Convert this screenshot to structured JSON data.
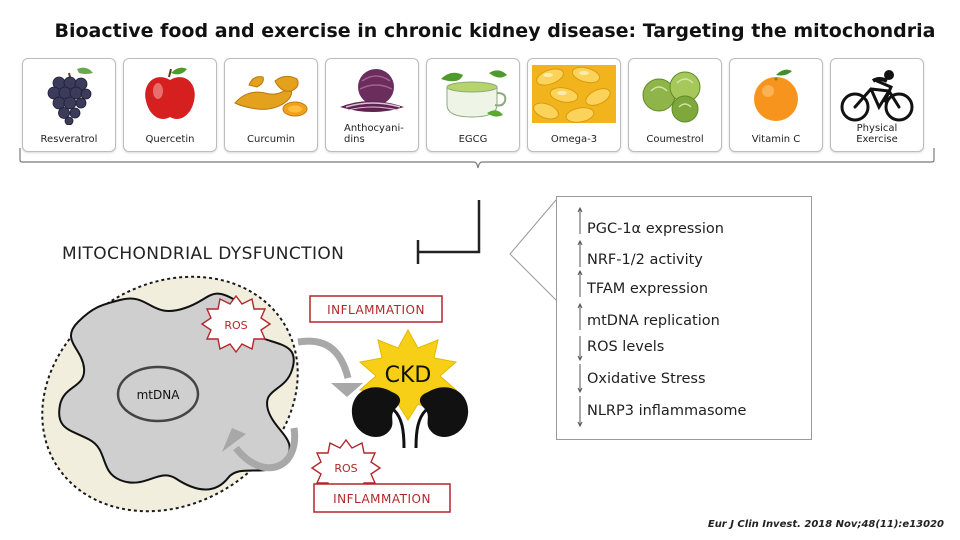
{
  "title": "Bioactive food and exercise in chronic kidney disease: Targeting the mitochondria",
  "foods": [
    {
      "label": "Resveratrol",
      "icon": "grapes-icon"
    },
    {
      "label": "Quercetin",
      "icon": "apple-icon"
    },
    {
      "label": "Curcumin",
      "icon": "turmeric-icon"
    },
    {
      "label": "Anthocyani-\ndins",
      "icon": "red-cabbage-icon"
    },
    {
      "label": "EGCG",
      "icon": "green-tea-icon"
    },
    {
      "label": "Omega-3",
      "icon": "fish-oil-capsules-icon"
    },
    {
      "label": "Coumestrol",
      "icon": "brussels-sprouts-icon"
    },
    {
      "label": "Vitamin C",
      "icon": "orange-icon"
    },
    {
      "label": "Physical\nExercise",
      "icon": "cyclist-icon"
    }
  ],
  "dysfunction_label": "MITOCHONDRIAL DYSFUNCTION",
  "effects": [
    {
      "label": "PGC-1α expression",
      "direction": "up"
    },
    {
      "label": "NRF-1/2 activity",
      "direction": "up"
    },
    {
      "label": "TFAM expression",
      "direction": "up"
    },
    {
      "label": "mtDNA replication",
      "direction": "up"
    },
    {
      "label": "ROS levels",
      "direction": "down"
    },
    {
      "label": "Oxidative Stress",
      "direction": "down"
    },
    {
      "label": "NLRP3 inflammasome",
      "direction": "down"
    }
  ],
  "mitochondrion": {
    "dna_label": "mtDNA",
    "ros_label": "ROS"
  },
  "ckd": {
    "label": "CKD",
    "inflammation_top": "INFLAMMATION",
    "inflammation_bottom": "INFLAMMATION",
    "ros_label": "ROS"
  },
  "colors": {
    "badge_red": "#b3262b",
    "ckd_yellow": "#f6cf16",
    "mito_fill": "#f1eedd",
    "matrix_fill": "#cfcfcf",
    "arrow_gray": "#a8a8a8"
  },
  "citation": "Eur J Clin Invest. 2018 Nov;48(11):e13020"
}
